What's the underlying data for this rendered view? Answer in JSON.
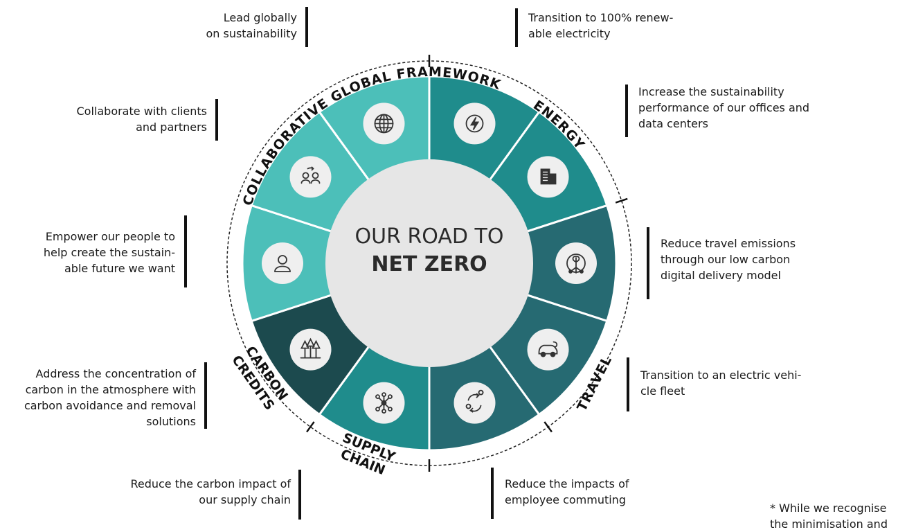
{
  "center": {
    "line1": "OUR ROAD TO",
    "line2": "NET ZERO"
  },
  "colors": {
    "light": "#4cbfb9",
    "medium": "#1f8c8c",
    "slate": "#266a72",
    "dark": "#1c4a4e",
    "center": "#e6e6e6",
    "icon_circle": "#efefef"
  },
  "categories": {
    "collaborative": "COLLABORATIVE GLOBAL FRAMEWORK",
    "energy": "ENERGY",
    "travel": "TRAVEL",
    "supply_chain_1": "SUPPLY",
    "supply_chain_2": "CHAIN",
    "carbon_credits_1": "CARBON",
    "carbon_credits_2": "CREDITS"
  },
  "segments": [
    {
      "icon": "lightning-icon",
      "color": "medium"
    },
    {
      "icon": "building-icon",
      "color": "medium"
    },
    {
      "icon": "plant-network-icon",
      "color": "slate"
    },
    {
      "icon": "electric-car-icon",
      "color": "slate"
    },
    {
      "icon": "commute-route-icon",
      "color": "slate"
    },
    {
      "icon": "supply-network-icon",
      "color": "medium"
    },
    {
      "icon": "forest-icon",
      "color": "dark"
    },
    {
      "icon": "person-icon",
      "color": "light"
    },
    {
      "icon": "people-exchange-icon",
      "color": "light"
    },
    {
      "icon": "globe-icon",
      "color": "light"
    }
  ],
  "notes": {
    "lead": "Lead globally\non sustainability",
    "renewable": "Transition to 100% renew-\nable electricity",
    "offices": "Increase the sustainability\nperformance of our offices and\ndata centers",
    "collaborate": "Collaborate with clients\nand partners",
    "empower": "Empower our people to\nhelp create the sustain-\nable future we want",
    "travel_emissions": "Reduce travel emissions\nthrough our low carbon\ndigital delivery model",
    "ev_fleet": "Transition to an electric vehi-\ncle fleet",
    "carbon_concentration": "Address the concentration of\ncarbon in the atmosphere with\ncarbon avoidance and removal\nsolutions",
    "supply_chain": "Reduce the carbon impact of\nour supply chain",
    "commuting": "Reduce the impacts of\nemployee commuting"
  },
  "footnote": "* While we recognise\nthe minimisation and"
}
